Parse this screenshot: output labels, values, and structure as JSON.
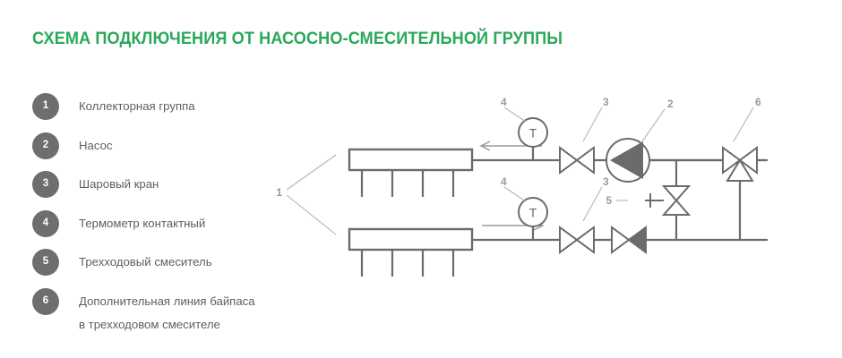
{
  "title": "СХЕМА ПОДКЛЮЧЕНИЯ ОТ НАСОСНО-СМЕСИТЕЛЬНОЙ ГРУППЫ",
  "colors": {
    "title_green": "#2aa85a",
    "badge_gray": "#6e6e6e",
    "text_gray": "#5f5f5f",
    "line_gray": "#6b6b6b",
    "label_gray": "#9a9a9a",
    "fill_dark": "#6b6b6b",
    "background": "#ffffff"
  },
  "legend": {
    "items": [
      {
        "number": "1",
        "label": "Коллекторная группа",
        "label_line2": ""
      },
      {
        "number": "2",
        "label": "Насос",
        "label_line2": ""
      },
      {
        "number": "3",
        "label": "Шаровый кран",
        "label_line2": ""
      },
      {
        "number": "4",
        "label": "Термометр контактный",
        "label_line2": ""
      },
      {
        "number": "5",
        "label": "Трехходовый смеситель",
        "label_line2": ""
      },
      {
        "number": "6",
        "label": "Дополнительная линия байпаса",
        "label_line2": "в трехходовом смесителе"
      }
    ]
  },
  "diagram": {
    "callouts": {
      "collector": "1",
      "pump": "2",
      "ball_valve_top": "3",
      "ball_valve_bottom": "3",
      "thermometer_top": "4",
      "thermometer_bottom": "4",
      "mixer": "5",
      "bypass": "6"
    },
    "thermometer_glyph": "T",
    "symbols": [
      {
        "name": "collector-manifold-top",
        "type": "manifold",
        "stubs": 4
      },
      {
        "name": "collector-manifold-bottom",
        "type": "manifold",
        "stubs": 4
      },
      {
        "name": "thermometer-top",
        "type": "thermometer"
      },
      {
        "name": "thermometer-bottom",
        "type": "thermometer"
      },
      {
        "name": "ball-valve-top",
        "type": "ball-valve"
      },
      {
        "name": "ball-valve-bottom",
        "type": "ball-valve"
      },
      {
        "name": "pump",
        "type": "pump"
      },
      {
        "name": "check-valve",
        "type": "check-valve"
      },
      {
        "name": "three-way-mixer",
        "type": "three-way-valve-vertical"
      },
      {
        "name": "bypass-three-way-valve",
        "type": "three-way-valve"
      },
      {
        "name": "flow-arrow-top",
        "type": "arrow",
        "direction": "left"
      },
      {
        "name": "flow-arrow-bottom",
        "type": "arrow",
        "direction": "right"
      }
    ]
  }
}
